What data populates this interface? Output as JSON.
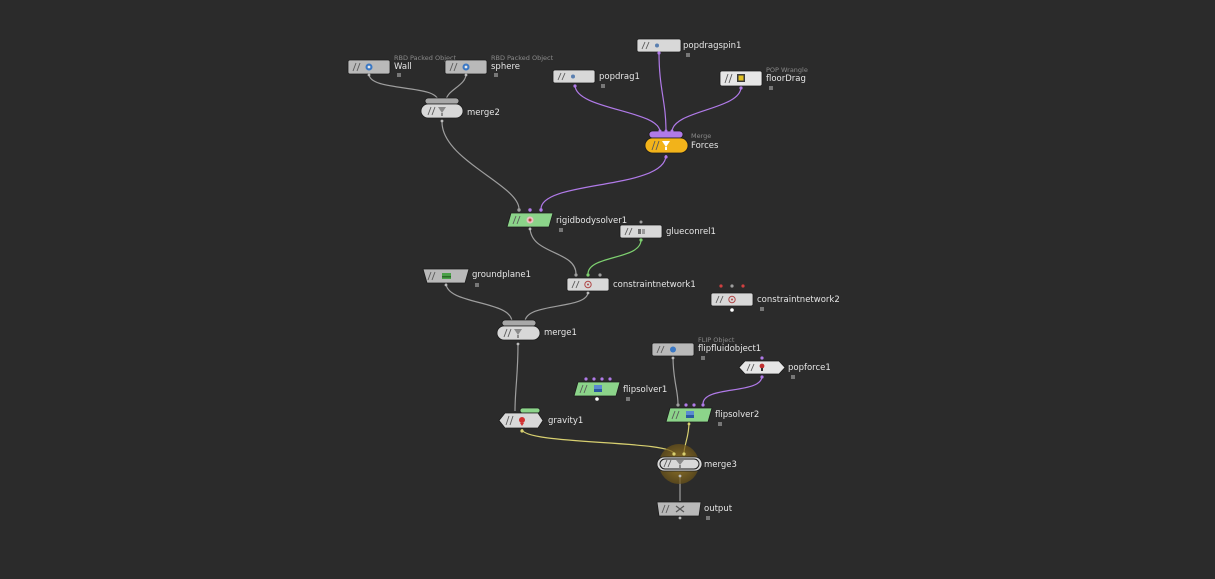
{
  "colors": {
    "background": "#2b2b2b",
    "wire_default": "#9e9e9e",
    "wire_force": "#b07ae8",
    "wire_constraint": "#7ed070",
    "wire_gravity": "#d8d070",
    "node_gray": "#b9b9b9",
    "node_light": "#d8d8d8",
    "node_green": "#8cd48a",
    "node_orange": "#f2b31a",
    "node_selected_outline": "#f0c020"
  },
  "nodes": [
    {
      "id": "wall",
      "name": "Wall",
      "type_label": "RBD Packed Object",
      "icon": "rbd-packed-object-icon"
    },
    {
      "id": "sphere",
      "name": "sphere",
      "type_label": "RBD Packed Object",
      "icon": "rbd-packed-object-icon"
    },
    {
      "id": "merge2",
      "name": "merge2",
      "type_label": "",
      "icon": "merge-icon"
    },
    {
      "id": "popdragspin1",
      "name": "popdragspin1",
      "type_label": "",
      "icon": "pop-drag-spin-icon"
    },
    {
      "id": "popdrag1",
      "name": "popdrag1",
      "type_label": "",
      "icon": "pop-drag-icon"
    },
    {
      "id": "floordrag",
      "name": "floorDrag",
      "type_label": "POP Wrangle",
      "icon": "pop-wrangle-icon"
    },
    {
      "id": "forces",
      "name": "Forces",
      "type_label": "Merge",
      "icon": "merge-icon"
    },
    {
      "id": "rigidbodysolver1",
      "name": "rigidbodysolver1",
      "type_label": "",
      "icon": "rigid-body-solver-icon"
    },
    {
      "id": "glueconrel1",
      "name": "glueconrel1",
      "type_label": "",
      "icon": "glue-constraint-icon"
    },
    {
      "id": "groundplane1",
      "name": "groundplane1",
      "type_label": "",
      "icon": "ground-plane-icon"
    },
    {
      "id": "constraintnetwork1",
      "name": "constraintnetwork1",
      "type_label": "",
      "icon": "constraint-network-icon"
    },
    {
      "id": "constraintnetwork2",
      "name": "constraintnetwork2",
      "type_label": "",
      "icon": "constraint-network-icon"
    },
    {
      "id": "merge1",
      "name": "merge1",
      "type_label": "",
      "icon": "merge-icon"
    },
    {
      "id": "flipfluidobject1",
      "name": "flipfluidobject1",
      "type_label": "FLIP Object",
      "icon": "flip-object-icon"
    },
    {
      "id": "popforce1",
      "name": "popforce1",
      "type_label": "",
      "icon": "pop-force-icon"
    },
    {
      "id": "flipsolver1",
      "name": "flipsolver1",
      "type_label": "",
      "icon": "flip-solver-icon"
    },
    {
      "id": "flipsolver2",
      "name": "flipsolver2",
      "type_label": "",
      "icon": "flip-solver-icon"
    },
    {
      "id": "gravity1",
      "name": "gravity1",
      "type_label": "",
      "icon": "gravity-icon"
    },
    {
      "id": "merge3",
      "name": "merge3",
      "type_label": "",
      "icon": "merge-icon",
      "selected": true
    },
    {
      "id": "output",
      "name": "output",
      "type_label": "",
      "icon": "output-icon"
    }
  ]
}
